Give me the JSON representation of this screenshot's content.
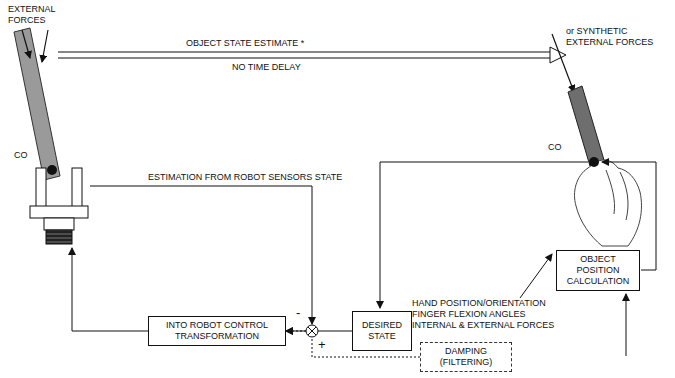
{
  "diagram": {
    "nodes": [
      {
        "text": [
          "OBJECT POSITION CALCULATION"
        ]
      },
      {
        "text": [
          "INTO ROBOT CONTROL TRANSFORMATION"
        ]
      },
      {
        "text": [
          "DESIRED STATE"
        ]
      },
      {
        "text": [
          "DAMPING (FILTERING)"
        ]
      }
    ],
    "edges": [
      {
        "from": 2,
        "to": 1,
        "arrow": "to"
      },
      {
        "from": 3,
        "to": 1,
        "arrow": "to"
      }
    ],
    "labels": [
      "EXTERNAL FORCES",
      "OBJECT STATE ESTIMATE *",
      "NO TIME DELAY",
      "or SYNTHETIC EXTERNAL FORCES",
      "CO",
      "CO",
      "ESTIMATION FROM ROBOT SENSORS STATE",
      "-",
      "+",
      "HAND POSITION/ORIENTATION FINGER FLEXION ANGLES INTERNAL & EXTERNAL FORCES"
    ]
  }
}
